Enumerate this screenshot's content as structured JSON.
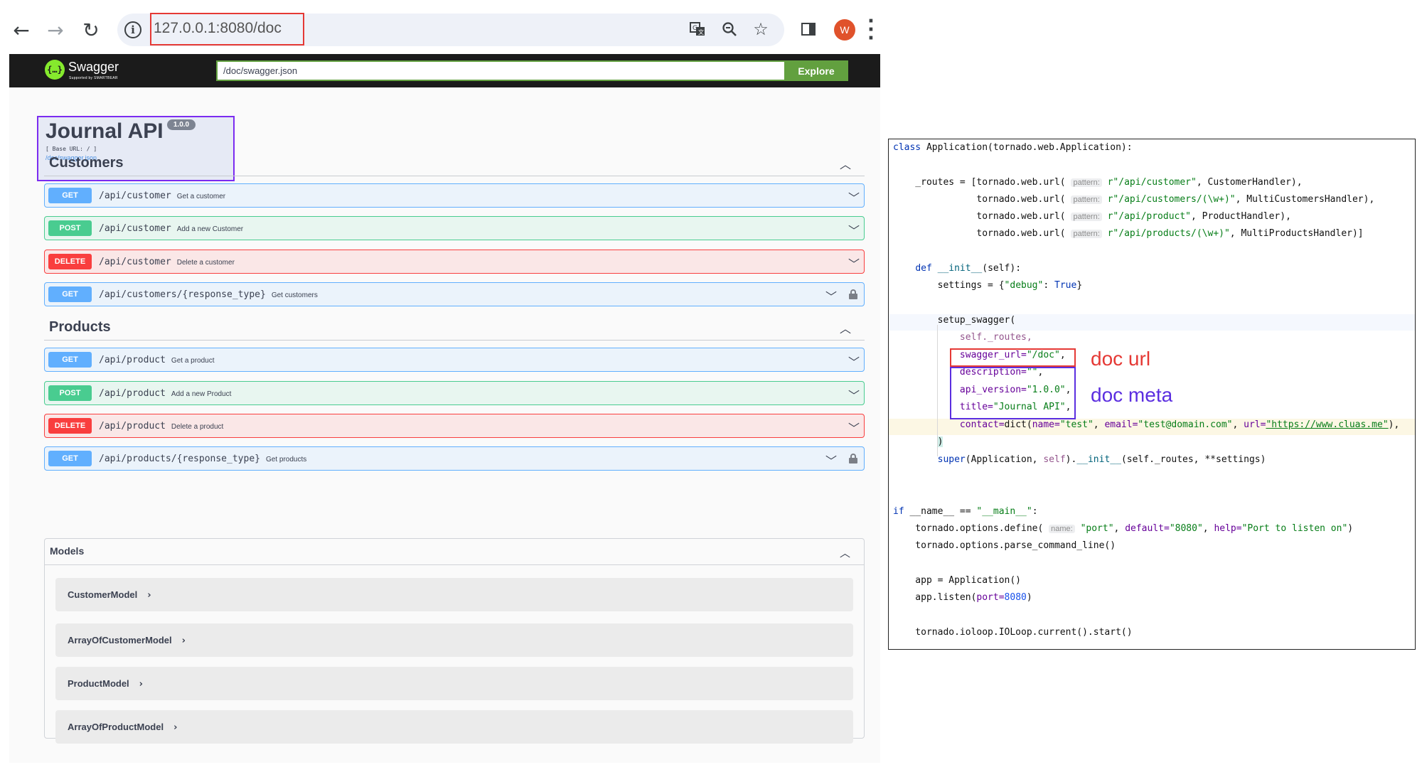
{
  "browser": {
    "url": "127.0.0.1:8080/doc",
    "avatar_letter": "W",
    "icons": [
      "back-arrow-icon",
      "forward-arrow-icon",
      "reload-icon",
      "info-icon",
      "translate-icon",
      "zoom-icon",
      "bookmark-star-icon",
      "side-panel-icon",
      "menu-kebab-icon"
    ]
  },
  "swagger": {
    "logo_text": "Swagger",
    "logo_sub": "Supported by SMARTBEAR",
    "spec_url": "/doc/swagger.json",
    "explore_label": "Explore",
    "api_title": "Journal API",
    "version": "1.0.0",
    "base_url": "[ Base URL: / ]",
    "spec_link": "/doc/swagger.json",
    "tags": [
      {
        "name": "Customers",
        "operations": [
          {
            "method": "GET",
            "path": "/api/customer",
            "summary": "Get a customer"
          },
          {
            "method": "POST",
            "path": "/api/customer",
            "summary": "Add a new Customer"
          },
          {
            "method": "DELETE",
            "path": "/api/customer",
            "summary": "Delete a customer"
          },
          {
            "method": "GET",
            "path": "/api/customers/{response_type}",
            "summary": "Get customers"
          }
        ]
      },
      {
        "name": "Products",
        "operations": [
          {
            "method": "GET",
            "path": "/api/product",
            "summary": "Get a product"
          },
          {
            "method": "POST",
            "path": "/api/product",
            "summary": "Add a new Product"
          },
          {
            "method": "DELETE",
            "path": "/api/product",
            "summary": "Delete a product"
          },
          {
            "method": "GET",
            "path": "/api/products/{response_type}",
            "summary": "Get products"
          }
        ]
      }
    ],
    "models_title": "Models",
    "models": [
      "CustomerModel",
      "ArrayOfCustomerModel",
      "ProductModel",
      "ArrayOfProductModel"
    ]
  },
  "code": {
    "class_line": [
      "class",
      " Application(tornado.web.Application):"
    ],
    "routes": [
      {
        "prefix": "    _routes = [tornado.web.url(",
        "hint": "pattern:",
        "pattern": "r\"/api/customer\"",
        "handler": ", CustomerHandler),"
      },
      {
        "prefix": "               tornado.web.url(",
        "hint": "pattern:",
        "pattern": "r\"/api/customers/(\\w+)\"",
        "handler": ", MultiCustomersHandler),"
      },
      {
        "prefix": "               tornado.web.url(",
        "hint": "pattern:",
        "pattern": "r\"/api/product\"",
        "handler": ", ProductHandler),"
      },
      {
        "prefix": "               tornado.web.url(",
        "hint": "pattern:",
        "pattern": "r\"/api/products/(\\w+)\"",
        "handler": ", MultiProductsHandler)]"
      }
    ],
    "def_kw": "def",
    "init_name": "__init__",
    "init_args": "(self):",
    "settings_prefix": "        settings = {",
    "settings_key": "\"debug\"",
    "settings_colon": ": ",
    "settings_val": "True",
    "settings_end": "}",
    "setup_call": "        setup_swagger(",
    "self_routes": "self._routes,",
    "swagger_url_key": "swagger_url=",
    "swagger_url_val": "\"/doc\"",
    "description_key": "description=",
    "description_val": "\"\"",
    "api_version_key": "api_version=",
    "api_version_val": "\"1.0.0\"",
    "title_key": "title=",
    "title_val": "\"Journal API\"",
    "contact_key": "contact=",
    "contact_fn": "dict(",
    "name_key": "name=",
    "name_val": "\"test\"",
    "email_key": "email=",
    "email_val": "\"test@domain.com\"",
    "url_key": "url=",
    "url_val": "\"https://www.cluas.me\"",
    "close_paren": ")",
    "super_prefix": "        ",
    "super_kw": "super",
    "super_args": "(Application, ",
    "super_self": "self",
    "super_rest": ").",
    "super_init": "__init__",
    "super_tail": "(self._routes, **settings)",
    "if_kw": "if",
    "if_cond": " __name__ == ",
    "if_main": "\"__main__\"",
    "if_colon": ":",
    "define_prefix": "    tornado.options.define(",
    "define_hint": "name:",
    "define_port": "\"port\"",
    "define_default_key": "default=",
    "define_default_val": "\"8080\"",
    "define_help_key": "help=",
    "define_help_val": "\"Port to listen on\"",
    "define_end": ")",
    "parse_line": "    tornado.options.parse_command_line()",
    "app_line": "    app = Application()",
    "listen_prefix": "    app.listen(",
    "listen_key": "port=",
    "listen_val": "8080",
    "listen_end": ")",
    "ioloop_line": "    tornado.ioloop.IOLoop.current().start()"
  },
  "annotations": {
    "doc_url": "doc url",
    "doc_meta": "doc meta",
    "doc_url_color": "#e53935",
    "doc_meta_color": "#5b2ee0"
  }
}
